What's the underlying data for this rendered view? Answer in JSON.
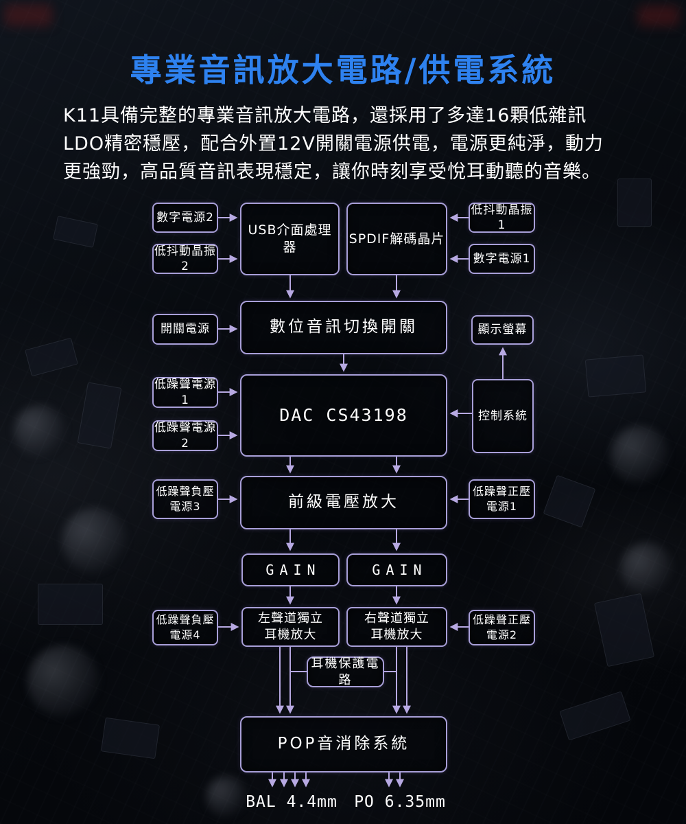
{
  "header": {
    "title": "專業音訊放大電路/供電系統",
    "description": "K11具備完整的專業音訊放大電路，還採用了多達16顆低雜訊\nLDO精密穩壓，配合外置12V開關電源供電，電源更純淨，動力\n更強勁，高品質音訊表現穩定，讓你時刻享受悅耳動聽的音樂。"
  },
  "colors": {
    "title": "#2E82F0",
    "connector": "#B7A9E2",
    "box_border": "#A89FD8"
  },
  "diagram": {
    "nodes": {
      "digital_power_2": "數字電源2",
      "low_jitter_osc_2": "低抖動晶振2",
      "usb_processor": "USB介面處理器",
      "spdif_decoder": "SPDIF解碼晶片",
      "low_jitter_osc_1": "低抖動晶振1",
      "digital_power_1": "數字電源1",
      "switching_power": "開關電源",
      "digital_audio_switch": "數位音訊切換開關",
      "display_screen": "顯示螢幕",
      "low_noise_power_1": "低躁聲電源1",
      "low_noise_power_2": "低躁聲電源2",
      "dac": "DAC CS43198",
      "control_system": "控制系統",
      "low_noise_neg_power_3": "低躁聲負壓\n電源3",
      "preamp": "前級電壓放大",
      "low_noise_pos_power_1": "低躁聲正壓\n電源1",
      "gain_left": "GAIN",
      "gain_right": "GAIN",
      "low_noise_neg_power_4": "低躁聲負壓\n電源4",
      "left_headphone_amp": "左聲道獨立\n耳機放大",
      "right_headphone_amp": "右聲道獨立\n耳機放大",
      "low_noise_pos_power_2": "低躁聲正壓\n電源2",
      "headphone_protection": "耳機保護電路",
      "pop_elimination": "POP音消除系統"
    },
    "outputs": {
      "bal": "BAL 4.4mm",
      "po": "PO 6.35mm"
    }
  }
}
